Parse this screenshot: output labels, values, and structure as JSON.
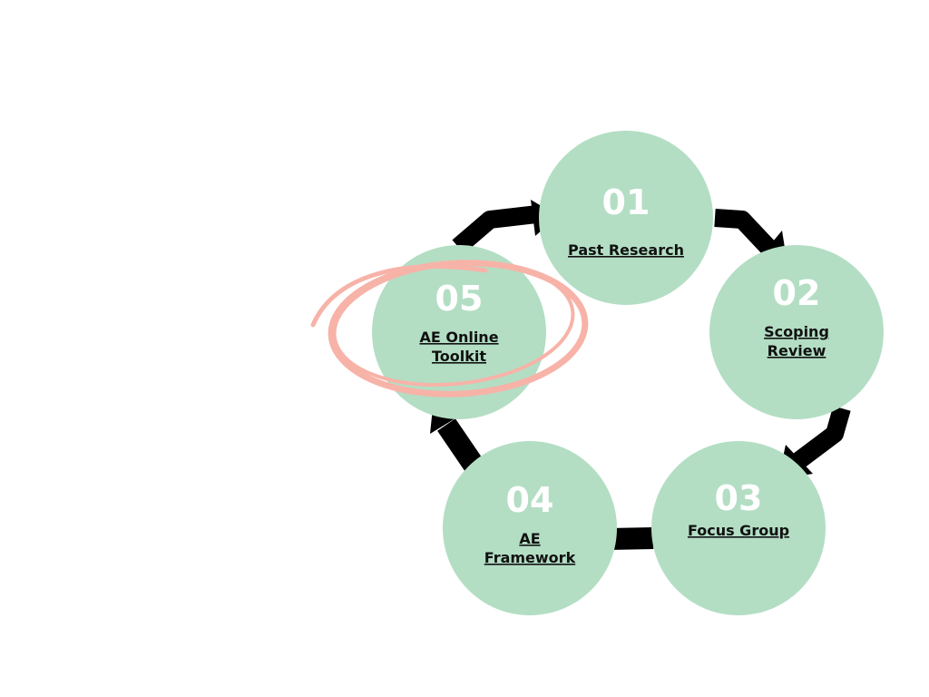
{
  "colors": {
    "circle": "#b3dec4",
    "arrow": "#000000",
    "highlight": "#f7b3a8",
    "number": "#ffffff"
  },
  "steps": [
    {
      "number": "01",
      "label_lines": [
        "Past Research"
      ]
    },
    {
      "number": "02",
      "label_lines": [
        "Scoping",
        "Review"
      ]
    },
    {
      "number": "03",
      "label_lines": [
        "Focus Group"
      ]
    },
    {
      "number": "04",
      "label_lines": [
        "AE",
        "Framework"
      ]
    },
    {
      "number": "05",
      "label_lines": [
        "AE Online",
        "Toolkit"
      ]
    }
  ],
  "highlighted_step": "05"
}
